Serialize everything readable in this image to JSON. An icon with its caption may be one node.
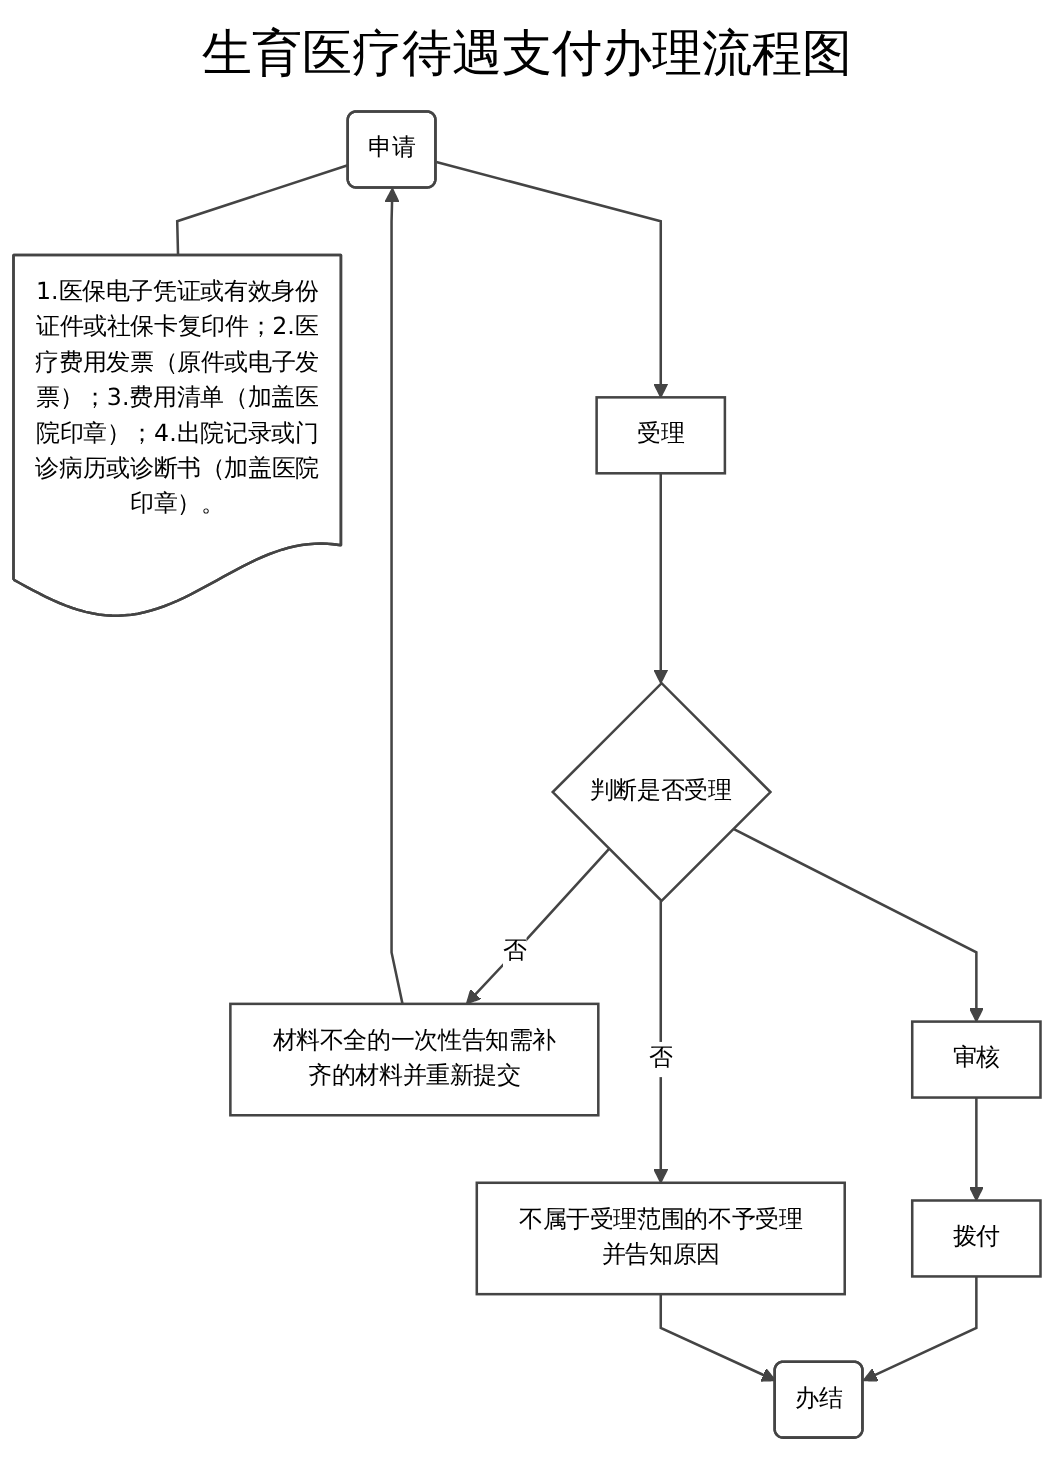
{
  "diagram": {
    "title": "生育医疗待遇支付办理流程图",
    "nodes": [
      {
        "text": [
          "申请"
        ]
      },
      {
        "text": [
          "1.医保电子凭证或有效身份证件或社保卡复印件；2.医疗费用发票（原件或电子发票）；3.费用清单（加盖医院印章）；4.出院记录或门诊病历或诊断书（加盖医院印章）。"
        ]
      },
      {
        "text": [
          "材料不全的一次性告知需补齐的材料并重新提交"
        ]
      },
      {
        "text": [
          "受理"
        ]
      },
      {
        "text": [
          "判断是否受理"
        ]
      },
      {
        "text": [
          "审核"
        ]
      },
      {
        "text": [
          "不属于受理范围的不予受理并告知原因"
        ]
      },
      {
        "text": [
          "拨付"
        ]
      },
      {
        "text": [
          "办结"
        ]
      }
    ],
    "edges": [
      {
        "from": 0,
        "to": 3,
        "arrow": "to"
      },
      {
        "from": 3,
        "to": 4,
        "arrow": "to"
      },
      {
        "from": 4,
        "to": 5,
        "arrow": "to"
      },
      {
        "from": 5,
        "to": 7,
        "arrow": "to"
      },
      {
        "from": 7,
        "to": 8,
        "arrow": "to"
      },
      {
        "from": 0,
        "to": 1,
        "arrow": "none"
      },
      {
        "from": 4,
        "to": 2,
        "arrow": "to",
        "label": "否"
      },
      {
        "from": 2,
        "to": 0,
        "arrow": "to"
      },
      {
        "from": 4,
        "to": 6,
        "arrow": "to",
        "label": "否"
      },
      {
        "from": 6,
        "to": 8,
        "arrow": "to"
      }
    ]
  }
}
